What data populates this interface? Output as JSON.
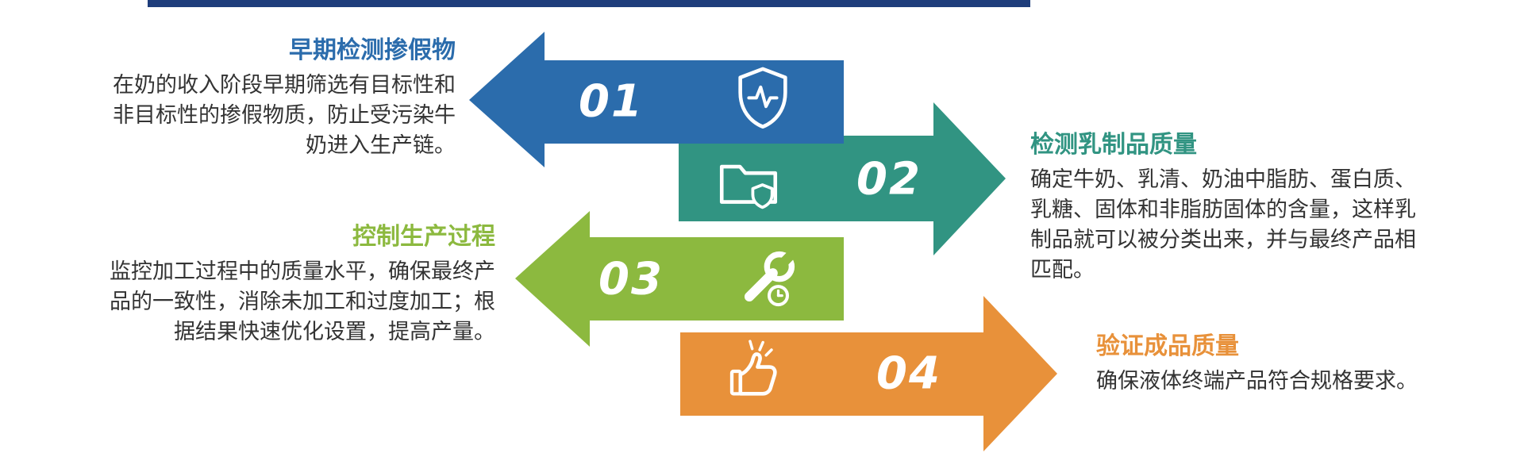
{
  "top_bar": {
    "color": "#1e3d7b"
  },
  "steps": [
    {
      "number": "01",
      "title": "早期检测掺假物",
      "description": "在奶的收入阶段早期筛选有目标性和非目标性的掺假物质，防止受污染牛奶进入生产链。",
      "color": "#2b6cac",
      "icon": "shield-pulse-icon",
      "direction": "left"
    },
    {
      "number": "02",
      "title": "检测乳制品质量",
      "description": "确定牛奶、乳清、奶油中脂肪、蛋白质、乳糖、固体和非脂肪固体的含量，这样乳制品就可以被分类出来，并与最终产品相匹配。",
      "color": "#319482",
      "icon": "folder-shield-icon",
      "direction": "right"
    },
    {
      "number": "03",
      "title": "控制生产过程",
      "description": "监控加工过程中的质量水平，确保最终产品的一致性，消除未加工和过度加工；根据结果快速优化设置，提高产量。",
      "color": "#8cb93f",
      "icon": "wrench-clock-icon",
      "direction": "left"
    },
    {
      "number": "04",
      "title": "验证成品质量",
      "description": "确保液体终端产品符合规格要求。",
      "color": "#e8913a",
      "icon": "thumbs-up-icon",
      "direction": "right"
    }
  ]
}
